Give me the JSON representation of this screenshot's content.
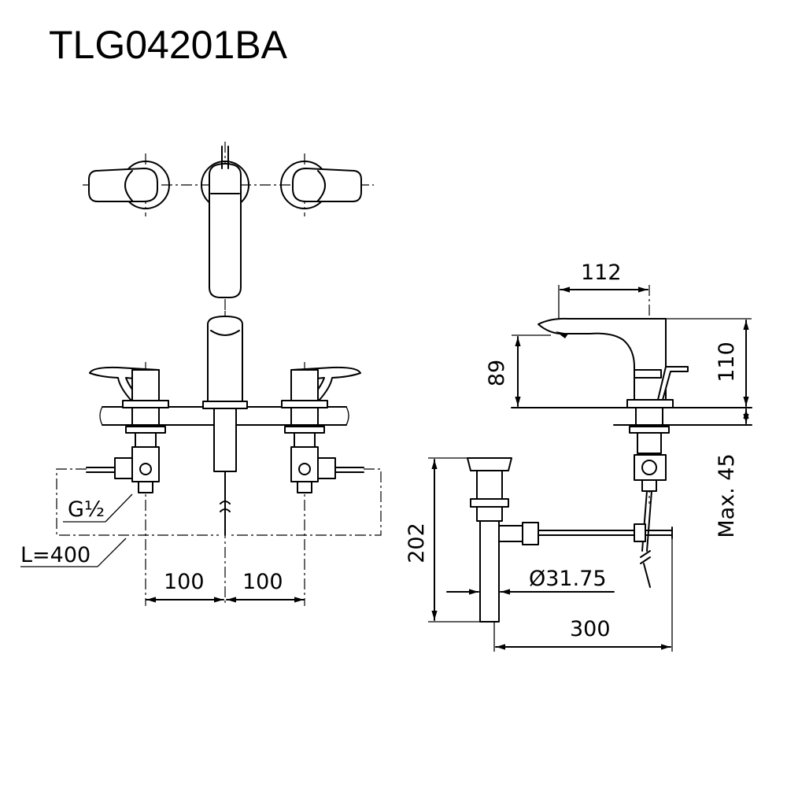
{
  "title": "TLG04201BA",
  "dimensions": {
    "spacing_left": "100",
    "spacing_right": "100",
    "hose_length": "L=400",
    "thread": "G½",
    "spout_reach": "112",
    "spout_height": "89",
    "faucet_height": "110",
    "deck_thickness": "Max. 45",
    "drain_height": "202",
    "drain_diameter": "Ø31.75",
    "drain_rod_length": "300"
  }
}
